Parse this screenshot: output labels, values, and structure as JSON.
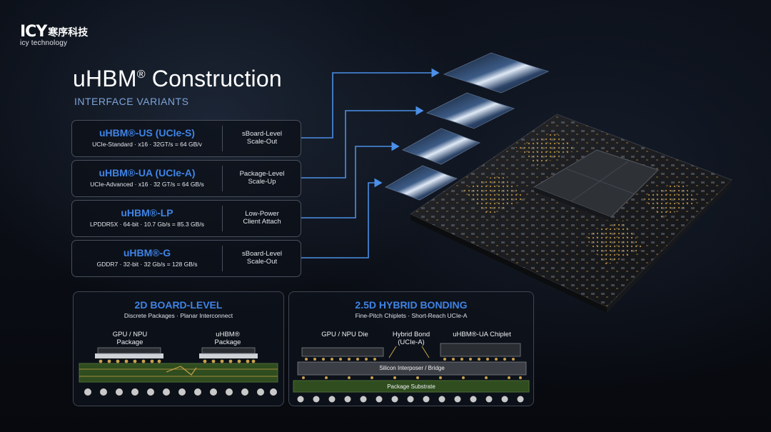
{
  "logo": {
    "mark": "ICY",
    "cn": "寒序科技",
    "sub": "icy technology"
  },
  "title": {
    "main": "uHBM",
    "reg": "®",
    "rest": " Construction"
  },
  "subtitle": "INTERFACE VARIANTS",
  "variants": [
    {
      "name": "uHBM®-US (UCIe-S)",
      "detail": "UCIe-Standard · x16 · 32GT/s = 64 GB/v",
      "role1": "sBoard-Level",
      "role2": "Scale-Out"
    },
    {
      "name": "uHBM®-UA (UCIe-A)",
      "detail": "UCIe-Advanced · x16 · 32 GT/s = 64 GB/s",
      "role1": "Package-Level",
      "role2": "Scale-Up"
    },
    {
      "name": "uHBM®-LP",
      "detail": "LPDDR5X · 64-bit · 10.7 Gb/s = 85.3 GB/s",
      "role1": "Low-Power",
      "role2": "Client Attach"
    },
    {
      "name": "uHBM®-G",
      "detail": "GDDR7 · 32-bit · 32 Gb/s = 128 GB/s",
      "role1": "sBoard-Level",
      "role2": "Scale-Out"
    }
  ],
  "board2d": {
    "title": "2D BOARD-LEVEL",
    "sub": "Discrete Packages · Planar Interconnect",
    "gpu1": "GPU / NPU",
    "gpu2": "Package",
    "hbm1": "uHBM®",
    "hbm2": "Package"
  },
  "hybrid": {
    "title": "2.5D HYBRID BONDING",
    "sub": "Fine-Pitch Chiplets · Short-Reach UCIe-A",
    "gpu": "GPU / NPU Die",
    "bond1": "Hybrid Bond",
    "bond2": "(UCIe-A)",
    "chiplet": "uHBM®-UA Chiplet",
    "interposer": "Silicon Interposer / Bridge",
    "substrate": "Package Substrate"
  },
  "colors": {
    "accent": "#3f84e6",
    "arrow": "#4b8fe8",
    "board": "#2f4d1e",
    "gold": "#c9a14a"
  }
}
